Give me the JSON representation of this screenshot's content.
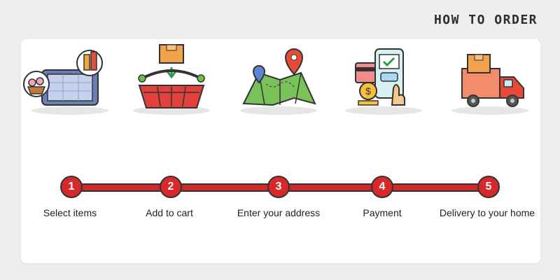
{
  "heading": "HOW TO ORDER",
  "steps": [
    {
      "number": "1",
      "label": "Select items",
      "icon": "tablet-shopping-icon"
    },
    {
      "number": "2",
      "label": "Add to cart",
      "icon": "shopping-basket-icon"
    },
    {
      "number": "3",
      "label": "Enter your address",
      "icon": "map-location-icon"
    },
    {
      "number": "4",
      "label": "Payment",
      "icon": "mobile-payment-icon"
    },
    {
      "number": "5",
      "label": "Delivery to your home",
      "icon": "delivery-truck-icon"
    }
  ],
  "colors": {
    "accent": "#d8282a",
    "background": "#eeeeee",
    "card": "#ffffff",
    "outline": "#333333"
  }
}
